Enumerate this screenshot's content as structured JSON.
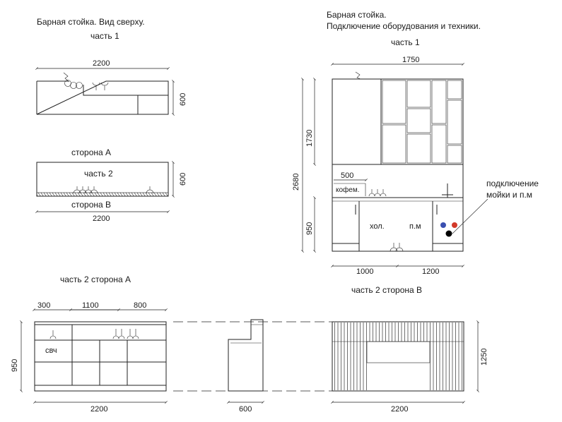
{
  "titles": {
    "top_view": "Барная стойка. Вид сверху.",
    "part1_left": "часть 1",
    "right_line1": "Барная стойка.",
    "right_line2": "Подключение оборудования и техники.",
    "part1_right": "часть 1",
    "part2_side_a": "часть 2  сторона А",
    "part2_side_b": "часть 2    сторона В"
  },
  "labels": {
    "side_a": "сторона А",
    "part2": "часть 2",
    "side_b": "сторона В",
    "coffee": "кофем.",
    "fridge": "хол.",
    "dishwasher": "п.м",
    "microwave": "свч",
    "callout_line1": "подключение",
    "callout_line2": "мойки и п.м"
  },
  "dimensions": {
    "top1_width": "2200",
    "top1_depth": "600",
    "top2_depth": "600",
    "top2_width": "2200",
    "equip_width": "1750",
    "equip_height_total": "2680",
    "equip_height_upper": "1730",
    "equip_height_lower": "950",
    "coffee_width": "500",
    "bottom_left_seg": "1000",
    "bottom_right_seg": "1200",
    "sideA_seg1": "300",
    "sideA_seg2": "1100",
    "sideA_seg3": "800",
    "sideA_height": "950",
    "sideA_width": "2200",
    "section_depth": "600",
    "sideB_height": "1250",
    "sideB_width": "2200"
  },
  "colors": {
    "line": "#222222",
    "hot_water": "#d23a2a",
    "cold_water": "#3a4fb0",
    "drain": "#000000"
  }
}
